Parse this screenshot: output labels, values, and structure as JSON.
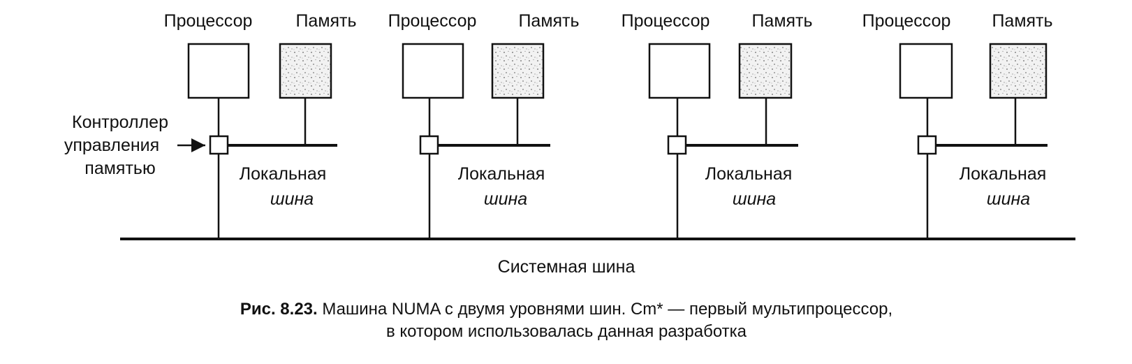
{
  "labels": {
    "processor": "Процессор",
    "memory": "Память",
    "local_bus_line1": "Локальная",
    "local_bus_line2": "шина",
    "system_bus": "Системная шина"
  },
  "controller_label": {
    "line1": "Контроллер",
    "line2": "управления",
    "line3": "памятью"
  },
  "caption": {
    "prefix": "Рис. 8.23.",
    "line1": " Машина NUMA с двумя уровнями шин. Cm* — первый мультипроцессор,",
    "line2": "в котором использовалась данная разработка"
  },
  "nodes": [
    {
      "id": 1
    },
    {
      "id": 2
    },
    {
      "id": 3
    },
    {
      "id": 4
    }
  ],
  "colors": {
    "ink": "#111111",
    "memory_fill": "#d8d8d8",
    "background": "#ffffff"
  }
}
